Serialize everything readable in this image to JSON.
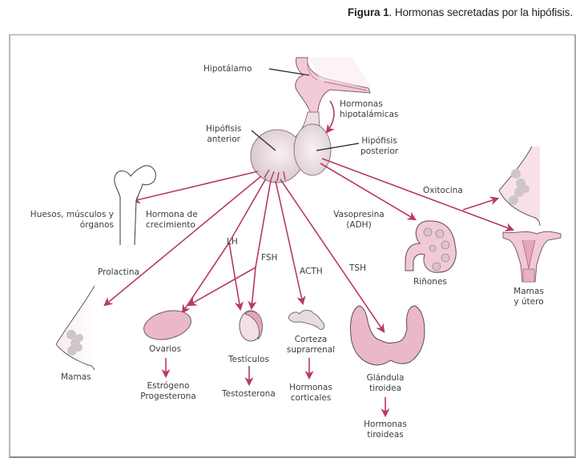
{
  "caption": {
    "number": "Figura 1",
    "text": ". Hormonas secretadas por la hipófisis."
  },
  "colors": {
    "arrow": "#b8386a",
    "gland_fill": "#e8d8de",
    "organ_fill": "#eab8c8",
    "organ_stroke": "#6d5a60",
    "leader_line": "#222222",
    "frame": "#9a9a9a"
  },
  "labels": {
    "hypothalamus": "Hipotálamo",
    "hypothalamic_hormones": [
      "Hormonas",
      "hipotalámicas"
    ],
    "anterior_pituitary": [
      "Hipófisis",
      "anterior"
    ],
    "posterior_pituitary": [
      "Hipófisis",
      "posterior"
    ],
    "bones_target": [
      "Huesos, músculos y",
      "órganos"
    ],
    "growth_hormone": [
      "Hormona de",
      "crecimiento"
    ],
    "prolactin": "Prolactina",
    "breasts_left": "Mamas",
    "lh": "LH",
    "fsh": "FSH",
    "acth": "ACTH",
    "tsh": "TSH",
    "ovaries": "Ovarios",
    "ovary_hormones": [
      "Estrógeno",
      "Progesterona"
    ],
    "testes": "Testículos",
    "testis_hormone": "Testosterona",
    "adrenal_cortex": [
      "Corteza",
      "suprarrenal"
    ],
    "cortical_hormones": [
      "Hormonas",
      "corticales"
    ],
    "thyroid": [
      "Glándula",
      "tiroidea"
    ],
    "thyroid_hormones": [
      "Hormonas",
      "tiroideas"
    ],
    "vasopressin": [
      "Vasopresina",
      "(ADH)"
    ],
    "kidneys": "Riñones",
    "oxytocin": "Oxitocina",
    "breasts_uterus": [
      "Mamas",
      "y útero"
    ]
  }
}
